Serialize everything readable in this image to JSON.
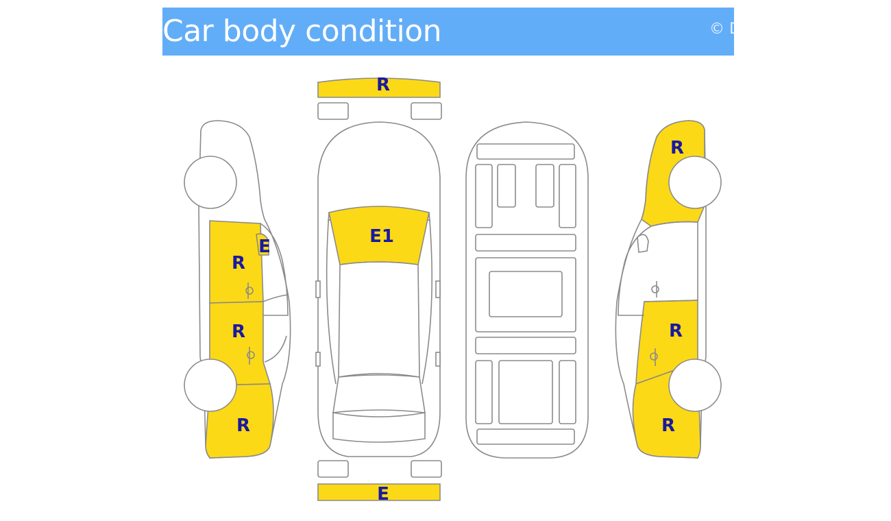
{
  "header": {
    "title": "Car body condition",
    "copyright": "© D",
    "background_color": "#62adf8"
  },
  "colors": {
    "damaged_panel": "#fcd916",
    "clean_panel": "#ffffff",
    "outline": "#8a8a8a",
    "code_text": "#1a1aa0"
  },
  "views": [
    "left-side",
    "top",
    "underbody",
    "right-side",
    "front-bumper",
    "rear-bumper"
  ],
  "markers": {
    "front_bumper": "R",
    "rear_bumper": "E",
    "windshield": "E1",
    "left_front_door": "R",
    "left_front_pillar": "E",
    "left_rear_door": "R",
    "left_rear_quarter": "R",
    "right_front_fender": "R",
    "right_rear_door": "R",
    "right_rear_quarter": "R"
  }
}
